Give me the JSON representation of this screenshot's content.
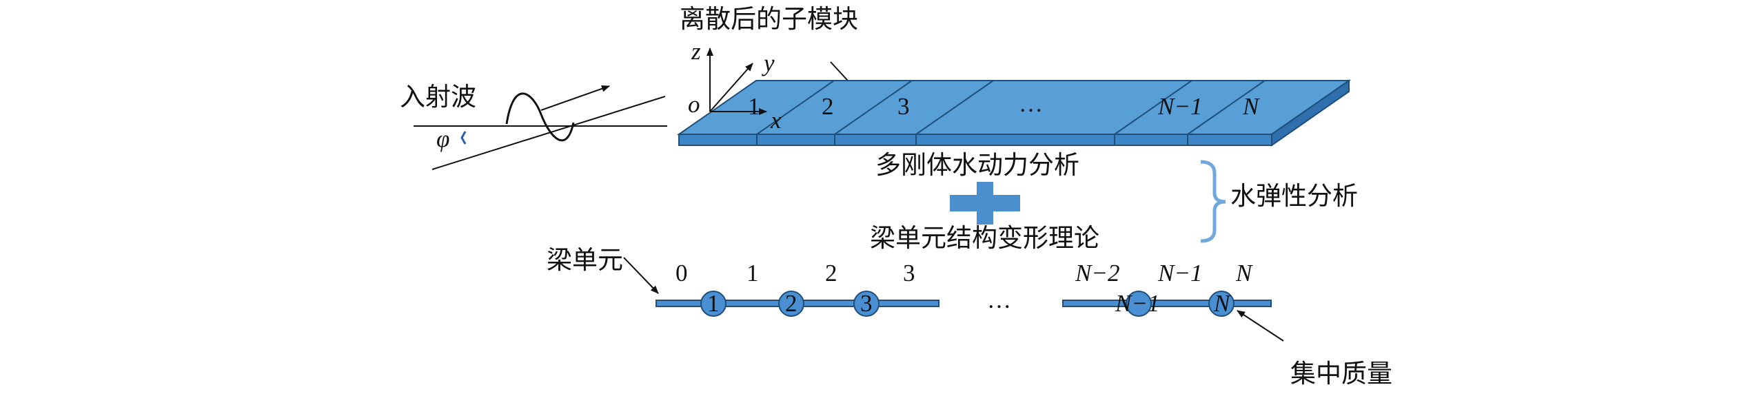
{
  "labels": {
    "incident_wave": "入射波",
    "discrete_modules": "离散后的子模块",
    "multi_body": "多刚体水动力分析",
    "beam_theory": "梁单元结构变形理论",
    "hydroelastic": "水弹性分析",
    "beam_element": "梁单元",
    "lumped_mass": "集中质量"
  },
  "symbols": {
    "phi": "φ",
    "axis_x": "x",
    "axis_y": "y",
    "axis_z": "z",
    "origin": "o",
    "ellipsis": "…"
  },
  "plate_modules": [
    "1",
    "2",
    "3",
    "…",
    "N−1",
    "N"
  ],
  "node_labels": [
    "0",
    "1",
    "2",
    "3",
    "N−2",
    "N−1",
    "N"
  ],
  "mass_labels": [
    "1",
    "2",
    "3",
    "N−1",
    "N"
  ],
  "colors": {
    "plate_top": "#579fd6",
    "plate_front": "#3e85c6",
    "plate_edge": "#1f4e79",
    "plus": "#4a90cf",
    "brace": "#6fa8dc",
    "beam": "#4a8fd2",
    "beam_edge": "#1f4e79"
  }
}
